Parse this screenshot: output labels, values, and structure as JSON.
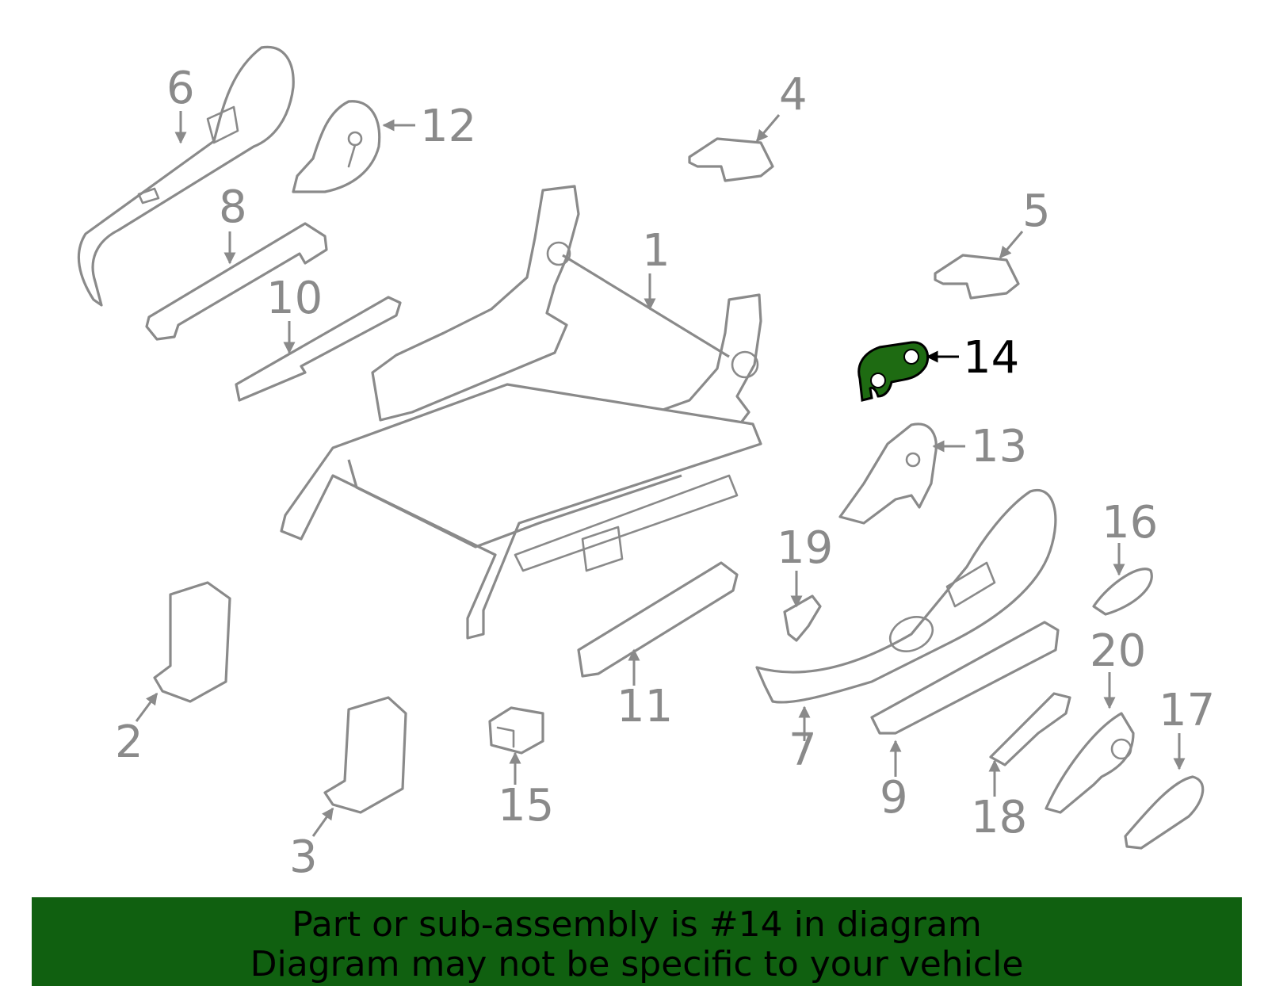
{
  "diagram": {
    "highlighted_part": "14",
    "highlight_color": "#1e6b12",
    "line_color": "#8a8a8a",
    "callouts": [
      "1",
      "2",
      "3",
      "4",
      "5",
      "6",
      "7",
      "8",
      "9",
      "10",
      "11",
      "12",
      "13",
      "14",
      "15",
      "16",
      "17",
      "18",
      "19",
      "20"
    ]
  },
  "banner": {
    "background": "#106010",
    "line1": "Part or sub-assembly is #14 in diagram",
    "line2": "Diagram may not be specific to your vehicle"
  }
}
